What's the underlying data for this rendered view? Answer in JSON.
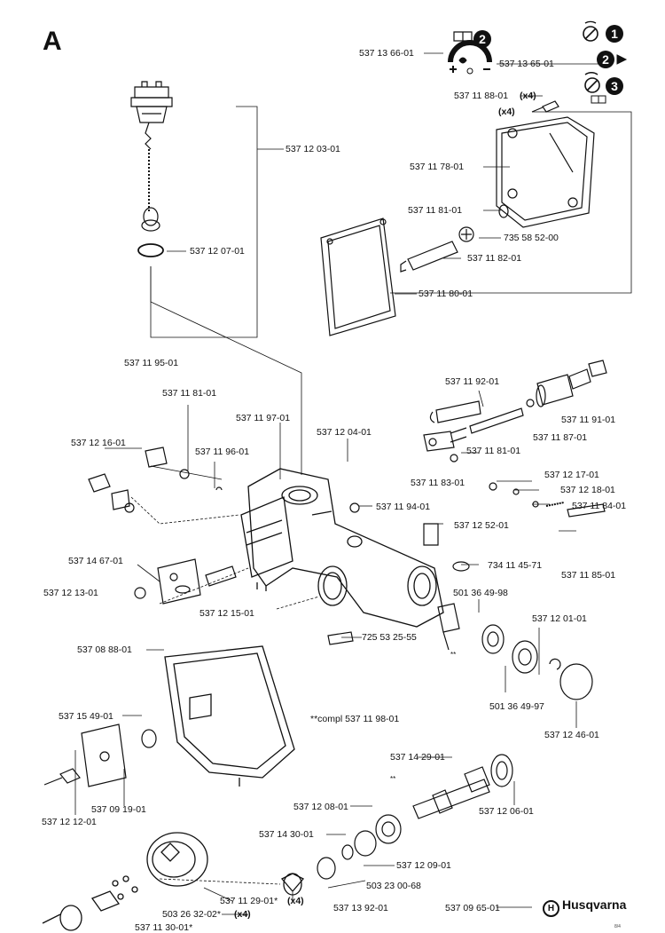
{
  "section": "A",
  "badges": [
    "1",
    "2",
    "2",
    "3"
  ],
  "labels": {
    "p537136601": "537 13 66-01",
    "p537136501": "537 13 65-01",
    "p537118801": "537 11 88-01",
    "x4a": "(x4)",
    "x4b": "(x4)",
    "p537120301": "537 12 03-01",
    "p537117801": "537 11 78-01",
    "p537118101a": "537 11 81-01",
    "p735585200": "735 58 52-00",
    "p537118201": "537 11 82-01",
    "p537120701": "537 12 07-01",
    "p537118001": "537 11 80-01",
    "p537119501": "537 11 95-01",
    "p537119201": "537 11 92-01",
    "p537118101b": "537 11 81-01",
    "p537119701": "537 11 97-01",
    "p537119101": "537 11 91-01",
    "p537120401": "537 12 04-01",
    "p537118701": "537 11 87-01",
    "p537121601": "537 12 16-01",
    "p537119601": "537 11 96-01",
    "p537118101c": "537 11 81-01",
    "p537118301": "537 11 83-01",
    "p537121701": "537 12 17-01",
    "p537121801": "537 12 18-01",
    "p537119401": "537 11 94-01",
    "p537118401": "537 11 84-01",
    "p537125201": "537 12 52-01",
    "p537146701": "537 14 67-01",
    "p734114571": "734 11 45-71",
    "p537118501": "537 11 85-01",
    "p537121301": "537 12 13-01",
    "p501364998": "501 36 49-98",
    "p537121501": "537 12 15-01",
    "p537120101": "537 12 01-01",
    "p725532555": "725 53 25-55",
    "starA": "**",
    "p537088801": "537 08 88-01",
    "p501364997": "501 36 49-97",
    "compl": "**compl 537 11 98-01",
    "p537124601": "537 12 46-01",
    "p537154901": "537 15 49-01",
    "p537142901": "537 14 29-01",
    "starB": "**",
    "p537091901": "537 09 19-01",
    "p537121201": "537 12 12-01",
    "p537120801": "537 12 08-01",
    "p537120601": "537 12 06-01",
    "p537143001": "537 14 30-01",
    "p537120901": "537 12 09-01",
    "p503230068": "503 23 00-68",
    "p537112901": "537 11 29-01*",
    "x4c": "(x4)",
    "p537139201": "537 13 92-01",
    "p503263202": "503 26 32-02*",
    "x4d": "(x4)",
    "p537096501": "537 09 65-01",
    "p537113001": "537 11 30-01*"
  },
  "brand": "Husqvarna",
  "brand_mark": "H",
  "small_code": "8/4"
}
